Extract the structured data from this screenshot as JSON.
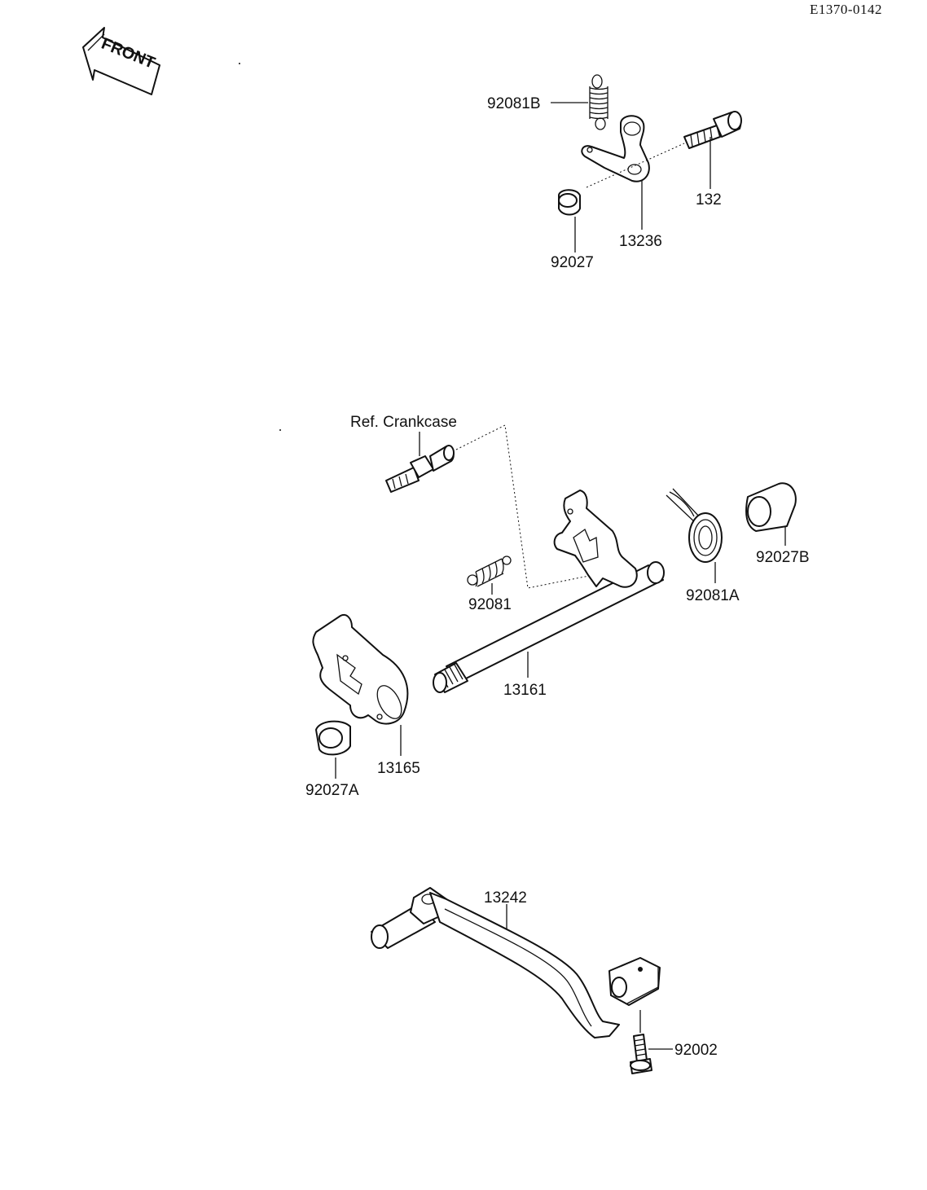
{
  "diagram_code": "E1370-0142",
  "front_label": "FRONT",
  "labels": {
    "p92081B": "92081B",
    "p132": "132",
    "p13236": "13236",
    "p92027": "92027",
    "ref": "Ref. Crankcase",
    "p92081": "92081",
    "p92081A": "92081A",
    "p92027B": "92027B",
    "p13161": "13161",
    "p13165": "13165",
    "p92027A": "92027A",
    "p13242": "13242",
    "p92002": "92002"
  }
}
